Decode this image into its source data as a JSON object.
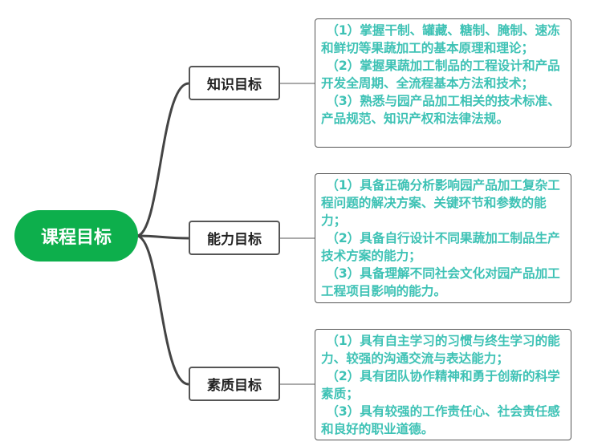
{
  "root": {
    "label": "课程目标"
  },
  "branches": [
    {
      "label": "知识目标",
      "items": [
        "（1）掌握干制、罐藏、糖制、腌制、速冻和鲜切等果蔬加工的基本原理和理论；",
        "（2）掌握果蔬加工制品的工程设计和产品开发全周期、全流程基本方法和技术；",
        "（3）熟悉与园产品加工相关的技术标准、产品规范、知识产权和法律法规。"
      ]
    },
    {
      "label": "能力目标",
      "items": [
        "（1）具备正确分析影响园产品加工复杂工程问题的解决方案、关键环节和参数的能力；",
        "（2）具备自行设计不同果蔬加工制品生产技术方案的能力；",
        "（3）具备理解不同社会文化对园产品加工工程项目影响的能力。"
      ]
    },
    {
      "label": "素质目标",
      "items": [
        "（1）具有自主学习的习惯与终生学习的能力、较强的沟通交流与表达能力；",
        "（2）具有团队协作精神和勇于创新的科学素质；",
        "（3）具有较强的工作责任心、社会责任感和良好的职业道德。"
      ]
    }
  ],
  "colors": {
    "root": "#0daf4c",
    "detail_text": "#3ec2b5",
    "line": "#444444"
  }
}
